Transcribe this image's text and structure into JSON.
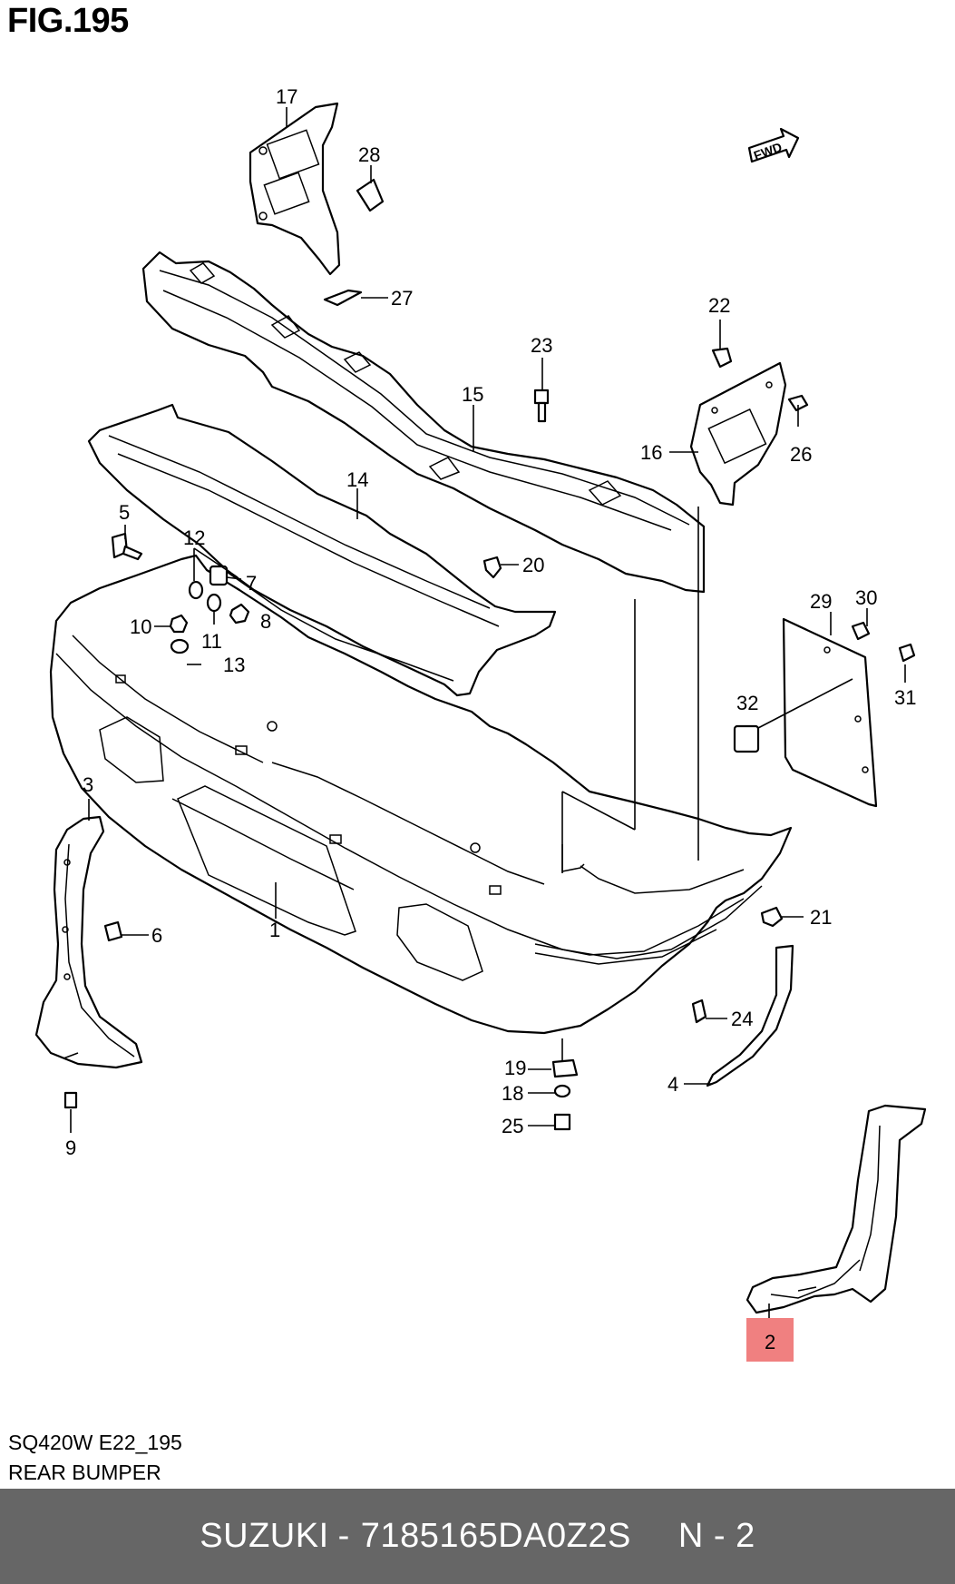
{
  "figure": {
    "title": "FIG.195",
    "fwd_label": "FWD"
  },
  "callouts": {
    "p1": "1",
    "p2": "2",
    "p3": "3",
    "p4": "4",
    "p5": "5",
    "p6": "6",
    "p7": "7",
    "p8": "8",
    "p9": "9",
    "p10": "10",
    "p11": "11",
    "p12": "12",
    "p13": "13",
    "p14": "14",
    "p15": "15",
    "p16": "16",
    "p17": "17",
    "p18": "18",
    "p19": "19",
    "p20": "20",
    "p21": "21",
    "p22": "22",
    "p23": "23",
    "p24": "24",
    "p25": "25",
    "p26": "26",
    "p27": "27",
    "p28": "28",
    "p29": "29",
    "p30": "30",
    "p31": "31",
    "p32": "32"
  },
  "highlight": {
    "part": "2",
    "color": "#f08080"
  },
  "caption": {
    "model": "SQ420W E22_195",
    "section": "REAR BUMPER"
  },
  "footer": {
    "brand": "SUZUKI",
    "separator": "-",
    "part_number": "7185165DA0Z2S",
    "ref": "N - 2",
    "background": "#666666"
  }
}
